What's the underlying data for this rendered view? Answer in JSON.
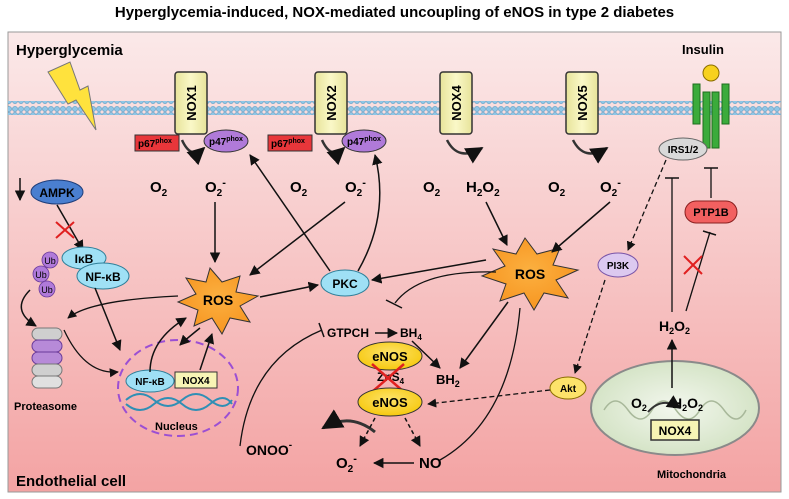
{
  "title": "Hyperglycemia-induced, NOX-mediated uncoupling of eNOS in type 2 diabetes",
  "labels": {
    "hyperglycemia": "Hyperglycemia",
    "insulin": "Insulin",
    "endothelial_cell": "Endothelial cell",
    "nucleus": "Nucleus",
    "mitochondria": "Mitochondria",
    "proteasome": "Proteasome"
  },
  "nox": [
    "NOX1",
    "NOX2",
    "NOX4",
    "NOX5"
  ],
  "subunits": {
    "p67": "p67",
    "p47": "p47",
    "phox": "phox"
  },
  "species": {
    "o2": "O",
    "o2_sub": "2",
    "superoxide_sup": "-",
    "h2o2_h": "H",
    "h2o2_o": "O",
    "two": "2"
  },
  "nodes": {
    "ampk": "AMPK",
    "ikb": "IκB",
    "nfkb": "NF-κB",
    "ub": "Ub",
    "ros": "ROS",
    "pkc": "PKC",
    "gtpch": "GTPCH",
    "bh4": "BH",
    "bh4_sub": "4",
    "bh2": "BH",
    "bh2_sub": "2",
    "enos": "eNOS",
    "zns4": "ZnS",
    "zns4_sub": "4",
    "no": "NO",
    "onoo": "ONOO",
    "onoo_sup": "-",
    "irs": "IRS1/2",
    "ptp1b": "PTP1B",
    "pi3k": "PI3K",
    "akt": "Akt",
    "nucleus_nfkb": "NF-κB",
    "nucleus_nox4": "NOX4",
    "mito_nox4": "NOX4"
  },
  "colors": {
    "cell_bg_top": "#fbe6e6",
    "cell_bg_bottom": "#f29a9a",
    "membrane": "#8fc6e6",
    "nox_fill": "#f7f4b5",
    "ros_fill": "#f7931e",
    "pkc_fill": "#9fe0f5",
    "enos_fill": "#f7d11e",
    "red_subunit": "#e8363a",
    "purple_subunit": "#b07ad9",
    "ampk_fill": "#4a7fd0",
    "ptp1b_fill": "#f26060",
    "insulin_receptor": "#3bab3b"
  }
}
